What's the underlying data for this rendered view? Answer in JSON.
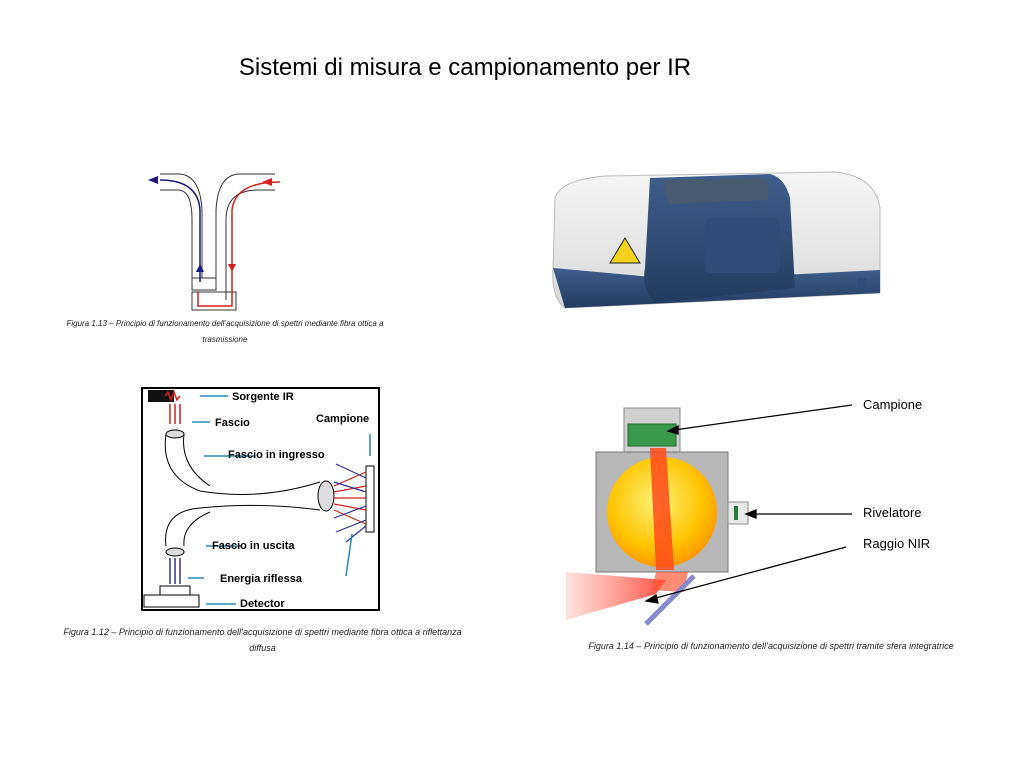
{
  "slide": {
    "title": "Sistemi di misura e campionamento per IR"
  },
  "fig_transmission": {
    "caption_line1": "Figura 1.13 – Principio di funzionamento dell’acquisizione di spettri mediante fibra ottica a",
    "caption_line2": "trasmissione"
  },
  "fig_diffuse": {
    "labels": {
      "source": "Sorgente IR",
      "beam": "Fascio",
      "sample": "Campione",
      "beam_in": "Fascio in ingresso",
      "beam_out": "Fascio in uscita",
      "reflected": "Energia riflessa",
      "detector": "Detector"
    },
    "caption_line1": "Figura 1.12 – Principio di funzionamento dell’acquisizione di spettri mediante fibra ottica a riflettanza",
    "caption_line2": "diffusa"
  },
  "fig_sphere": {
    "labels": {
      "sample": "Campione",
      "detector": "Rivelatore",
      "ray": "Raggio NIR"
    },
    "caption": "Figura 1.14 – Principio di funzionamento dell’acquisizione di spettri tramite sfera integratrice"
  },
  "colors": {
    "blue_arrow": "#1a1a80",
    "red_arrow": "#d42020",
    "teal_arrow": "#2a8ab8",
    "sphere": "#ffcc00"
  }
}
